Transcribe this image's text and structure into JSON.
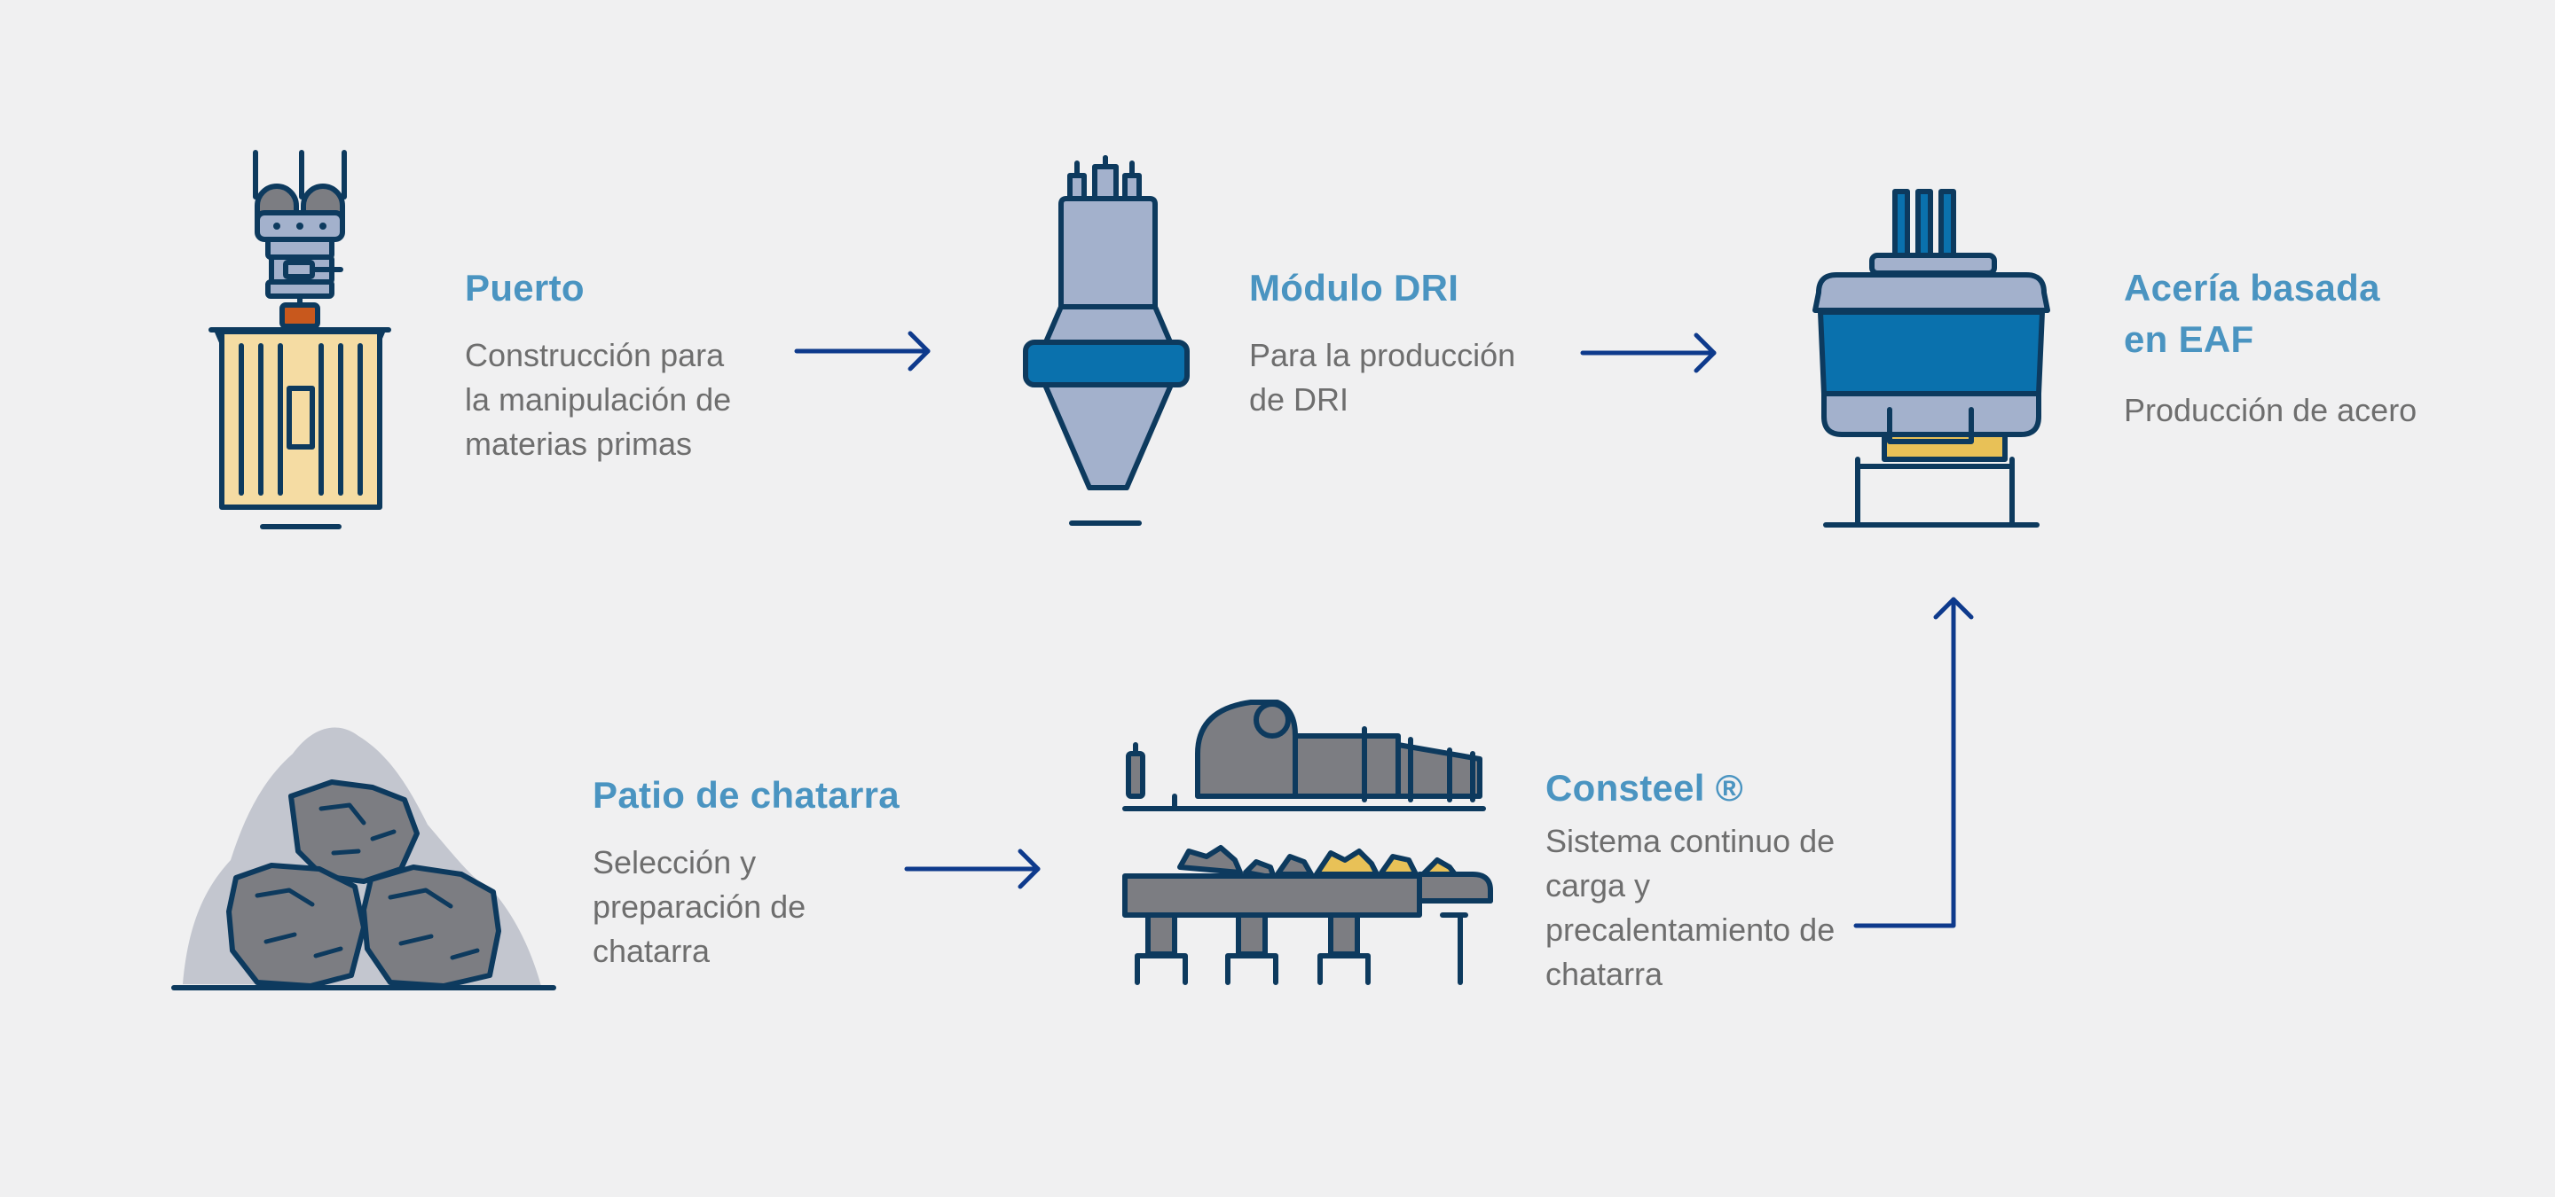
{
  "nodes": {
    "puerto": {
      "title": "Puerto",
      "description": "Construcción para\nla manipulación de\nmaterias primas"
    },
    "dri": {
      "title": "Módulo DRI",
      "description": "Para la producción\nde DRI"
    },
    "eaf": {
      "title": "Acería basada\nen EAF",
      "description": "Producción de acero"
    },
    "patio": {
      "title": "Patio de chatarra",
      "description": "Selección y\npreparación de\nchatarra"
    },
    "consteel": {
      "title": "Consteel ®",
      "description": "Sistema continuo de\ncarga y\nprecalentamiento de\nchatarra"
    }
  },
  "icons": {
    "puerto": "port-crane-container-icon",
    "dri": "dri-module-icon",
    "eaf": "electric-arc-furnace-icon",
    "patio": "scrap-pile-icon",
    "consteel": "consteel-conveyor-icon"
  },
  "colors": {
    "background": "#f0f0f1",
    "outline": "#0d3a5e",
    "arrow": "#0e3a8c",
    "title": "#4a94c1",
    "description": "#6e6e6e",
    "accent_blue": "#0a71ad",
    "light_blue": "#a3b1cc",
    "gray": "#7c7d82",
    "light_gray": "#c3c6cf",
    "cream": "#f5dca3",
    "yellow": "#e8c157",
    "orange": "#c8581d"
  }
}
